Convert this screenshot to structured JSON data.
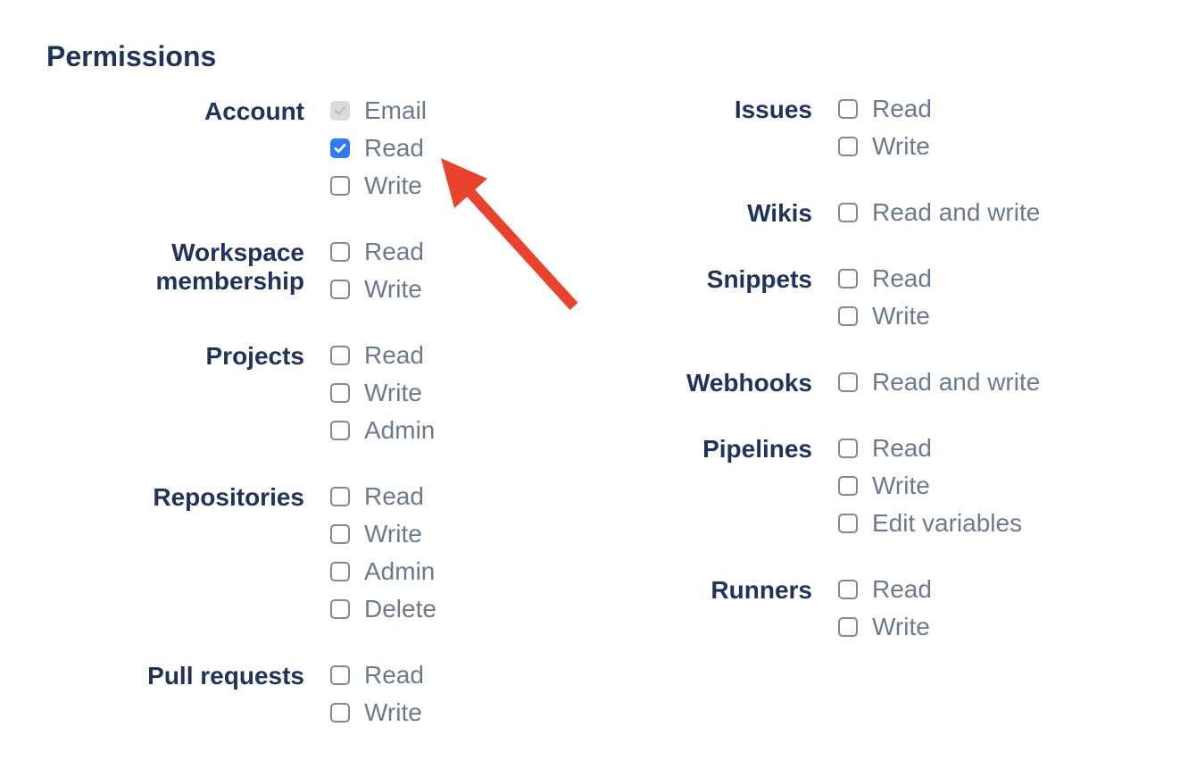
{
  "page": {
    "title": "Permissions"
  },
  "colors": {
    "heading_navy": "#21325B",
    "option_text": "#6C7A8E",
    "checkbox_border": "#85898F",
    "checkbox_checked_blue": "#2E7CF5",
    "checkbox_disabled_gray": "#DADBDD",
    "arrow_red": "#E8432C"
  },
  "annotation": {
    "icon": "red-arrow-icon"
  },
  "columns": [
    {
      "groups": [
        {
          "label": "Account",
          "options": [
            {
              "label": "Email",
              "state": "disabled-checked"
            },
            {
              "label": "Read",
              "state": "checked"
            },
            {
              "label": "Write",
              "state": "unchecked"
            }
          ]
        },
        {
          "label": "Workspace membership",
          "options": [
            {
              "label": "Read",
              "state": "unchecked"
            },
            {
              "label": "Write",
              "state": "unchecked"
            }
          ]
        },
        {
          "label": "Projects",
          "options": [
            {
              "label": "Read",
              "state": "unchecked"
            },
            {
              "label": "Write",
              "state": "unchecked"
            },
            {
              "label": "Admin",
              "state": "unchecked"
            }
          ]
        },
        {
          "label": "Repositories",
          "options": [
            {
              "label": "Read",
              "state": "unchecked"
            },
            {
              "label": "Write",
              "state": "unchecked"
            },
            {
              "label": "Admin",
              "state": "unchecked"
            },
            {
              "label": "Delete",
              "state": "unchecked"
            }
          ]
        },
        {
          "label": "Pull requests",
          "options": [
            {
              "label": "Read",
              "state": "unchecked"
            },
            {
              "label": "Write",
              "state": "unchecked"
            }
          ]
        }
      ]
    },
    {
      "groups": [
        {
          "label": "Issues",
          "options": [
            {
              "label": "Read",
              "state": "unchecked"
            },
            {
              "label": "Write",
              "state": "unchecked"
            }
          ]
        },
        {
          "label": "Wikis",
          "options": [
            {
              "label": "Read and write",
              "state": "unchecked"
            }
          ]
        },
        {
          "label": "Snippets",
          "options": [
            {
              "label": "Read",
              "state": "unchecked"
            },
            {
              "label": "Write",
              "state": "unchecked"
            }
          ]
        },
        {
          "label": "Webhooks",
          "options": [
            {
              "label": "Read and write",
              "state": "unchecked"
            }
          ]
        },
        {
          "label": "Pipelines",
          "options": [
            {
              "label": "Read",
              "state": "unchecked"
            },
            {
              "label": "Write",
              "state": "unchecked"
            },
            {
              "label": "Edit variables",
              "state": "unchecked"
            }
          ]
        },
        {
          "label": "Runners",
          "options": [
            {
              "label": "Read",
              "state": "unchecked"
            },
            {
              "label": "Write",
              "state": "unchecked"
            }
          ]
        }
      ]
    }
  ]
}
